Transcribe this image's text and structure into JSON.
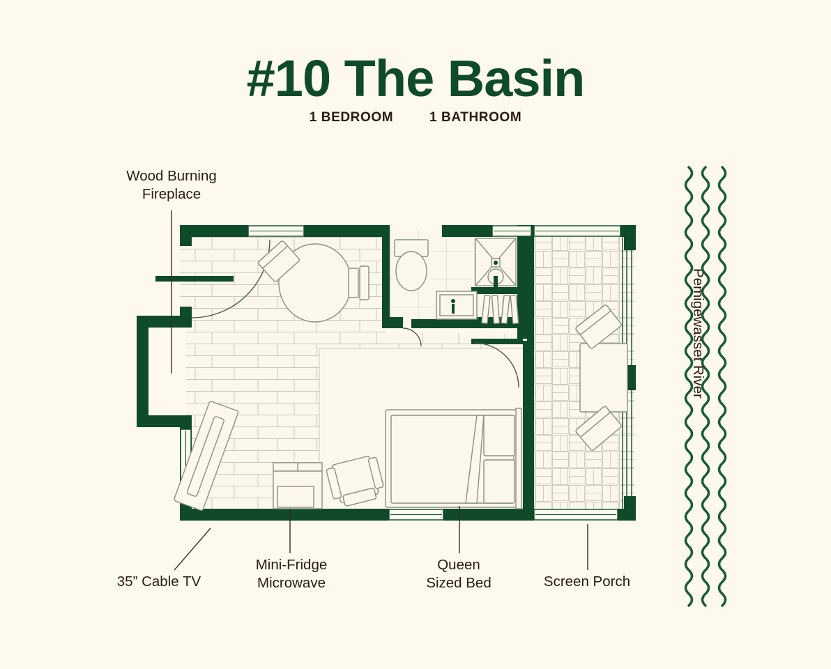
{
  "header": {
    "title": "#10 The Basin",
    "bedrooms": "1 BEDROOM",
    "bathrooms": "1 BATHROOM"
  },
  "colors": {
    "background": "#fdf9ef",
    "wall_green": "#0f4a29",
    "text_dark": "#2a1b12",
    "line_gray": "#8a8f84",
    "floor_fill": "#fbf7ec"
  },
  "annotations": [
    {
      "id": "fireplace",
      "label": "Wood Burning\nFireplace"
    },
    {
      "id": "tv",
      "label": "35” Cable TV"
    },
    {
      "id": "fridge",
      "label": "Mini-Fridge\nMicrowave"
    },
    {
      "id": "bed",
      "label": "Queen\nSized Bed"
    },
    {
      "id": "porch",
      "label": "Screen Porch"
    }
  ],
  "river": {
    "label": "Pemigewasset River",
    "wave_count": 3
  },
  "plan": {
    "rooms": [
      {
        "name": "living-dining-area",
        "floor": "wood-plank"
      },
      {
        "name": "bathroom",
        "floor": "square-tile"
      },
      {
        "name": "bedroom-area",
        "floor": "carpet"
      },
      {
        "name": "screen-porch",
        "floor": "basketweave-brick"
      }
    ],
    "fixtures": [
      "wood-burning-fireplace",
      "round-dining-table",
      "dining-chair",
      "dining-chair",
      "entry-door",
      "tv-console",
      "mini-fridge-microwave-cabinet",
      "armchair",
      "armchair",
      "queen-bed",
      "pillow",
      "pillow",
      "toilet",
      "sink-vanity",
      "shower-stall",
      "closet-hanging-rod",
      "bathroom-door",
      "bedroom-door",
      "porch-table",
      "porch-chair",
      "porch-chair"
    ]
  }
}
